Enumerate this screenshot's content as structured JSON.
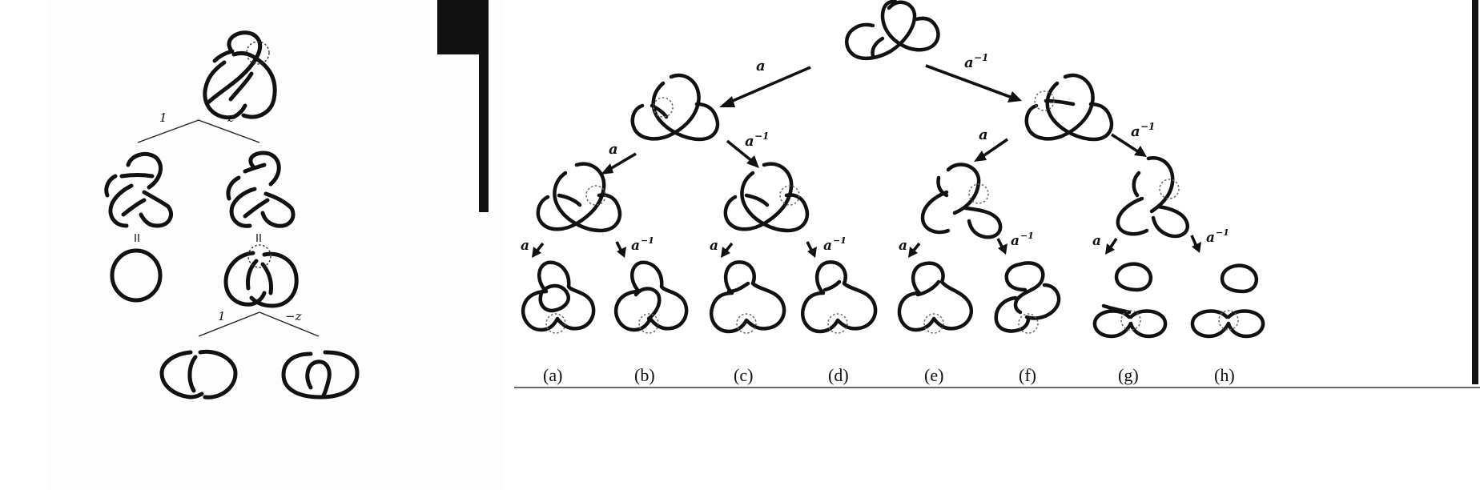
{
  "left_tree": {
    "branch_labels": {
      "top_left": "1",
      "top_right": "z",
      "bottom_left": "1",
      "bottom_right": "−z"
    },
    "equals_sign": "="
  },
  "right_tree": {
    "arrow_labels": {
      "a": "a",
      "a_inv_base": "a",
      "a_inv_exp": "−1"
    },
    "captions": [
      "(a)",
      "(b)",
      "(c)",
      "(d)",
      "(e)",
      "(f)",
      "(g)",
      "(h)"
    ]
  }
}
